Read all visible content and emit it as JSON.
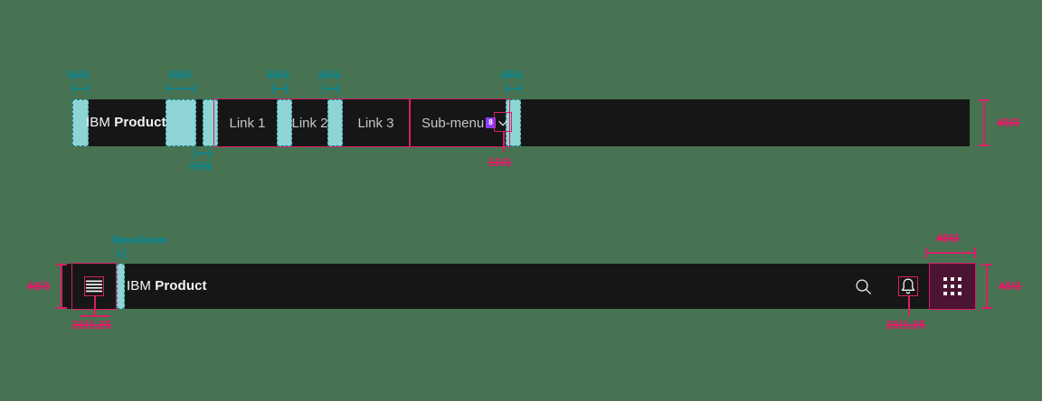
{
  "meta": {
    "background_color": "#477352",
    "nav_background": "#161616",
    "spacer_color": "#8fd4d4",
    "spacer_outline": "#0f7c84",
    "pink_annotation": "#da1e66",
    "teal_annotation": "#12848b",
    "badge_color": "#8a3ffc",
    "grid_button_background": "#4b1432"
  },
  "nav_primary": {
    "brand_prefix": "IBM",
    "brand_name": "Product",
    "links": [
      {
        "label": "Link 1"
      },
      {
        "label": "Link 2"
      },
      {
        "label": "Link 3"
      }
    ],
    "submenu": {
      "label": "Sub-menu",
      "badge": "8",
      "chevron_icon": "chevron-down-icon"
    },
    "annotations": {
      "left_pad": "16/1",
      "brand_gap": "32/2",
      "brand_gap_bottom": "16/1",
      "link_gap_1": "16/1",
      "link_gap_2": "16/1",
      "submenu_gap": "16/1",
      "submenu_chevron": "16/1",
      "height": "48/3"
    }
  },
  "nav_secondary": {
    "brand_prefix": "IBM",
    "brand_name": "Product",
    "menu_icon": "hamburger-menu-icon",
    "actions": [
      {
        "icon": "search-icon"
      },
      {
        "icon": "notification-bell-icon"
      },
      {
        "icon": "app-switcher-grid-icon"
      }
    ],
    "annotations": {
      "height_left": "48/3",
      "menu_icon_size": "20/1.25",
      "brand_gap": "8px/.5rem",
      "grid_width": "48/3",
      "grid_height": "48/3",
      "bell_icon_size": "20/1.25"
    }
  }
}
